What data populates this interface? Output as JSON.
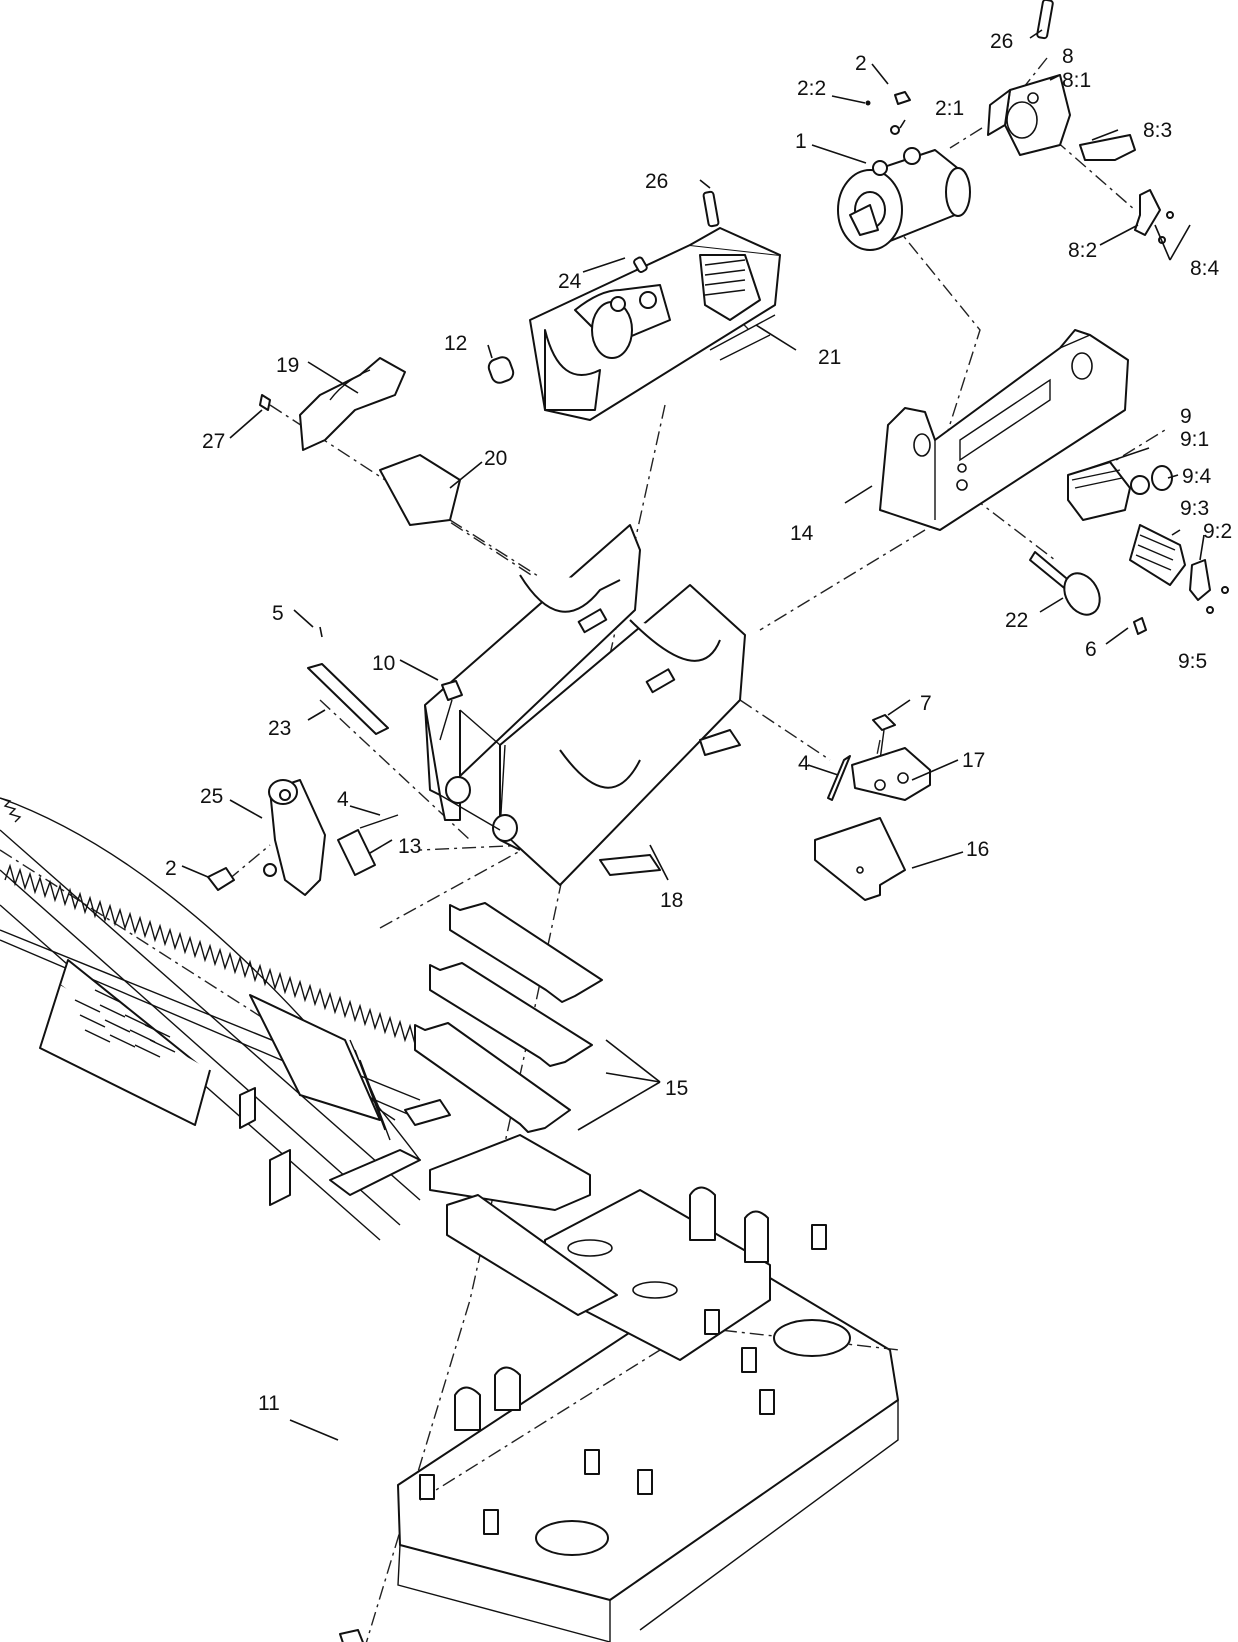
{
  "callouts": [
    {
      "id": "c26a",
      "label": "26"
    },
    {
      "id": "c8",
      "label": "8"
    },
    {
      "id": "c81",
      "label": "8:1"
    },
    {
      "id": "c2a",
      "label": "2"
    },
    {
      "id": "c22",
      "label": "2:2"
    },
    {
      "id": "c21",
      "label": "2:1"
    },
    {
      "id": "c1",
      "label": "1"
    },
    {
      "id": "c83",
      "label": "8:3"
    },
    {
      "id": "c26b",
      "label": "26"
    },
    {
      "id": "c82",
      "label": "8:2"
    },
    {
      "id": "c84",
      "label": "8:4"
    },
    {
      "id": "c24",
      "label": "24"
    },
    {
      "id": "c12",
      "label": "12"
    },
    {
      "id": "c21b",
      "label": "21"
    },
    {
      "id": "c19",
      "label": "19"
    },
    {
      "id": "c27",
      "label": "27"
    },
    {
      "id": "c20",
      "label": "20"
    },
    {
      "id": "c9",
      "label": "9"
    },
    {
      "id": "c91",
      "label": "9:1"
    },
    {
      "id": "c94",
      "label": "9:4"
    },
    {
      "id": "c93",
      "label": "9:3"
    },
    {
      "id": "c92",
      "label": "9:2"
    },
    {
      "id": "c14",
      "label": "14"
    },
    {
      "id": "c22b",
      "label": "22"
    },
    {
      "id": "c6",
      "label": "6"
    },
    {
      "id": "c95",
      "label": "9:5"
    },
    {
      "id": "c5",
      "label": "5"
    },
    {
      "id": "c10",
      "label": "10"
    },
    {
      "id": "c23",
      "label": "23"
    },
    {
      "id": "c7",
      "label": "7"
    },
    {
      "id": "c17",
      "label": "17"
    },
    {
      "id": "c4a",
      "label": "4"
    },
    {
      "id": "c25",
      "label": "25"
    },
    {
      "id": "c4b",
      "label": "4"
    },
    {
      "id": "c13",
      "label": "13"
    },
    {
      "id": "c2b",
      "label": "2"
    },
    {
      "id": "c16",
      "label": "16"
    },
    {
      "id": "c18",
      "label": "18"
    },
    {
      "id": "c15",
      "label": "15"
    },
    {
      "id": "c11",
      "label": "11"
    }
  ]
}
